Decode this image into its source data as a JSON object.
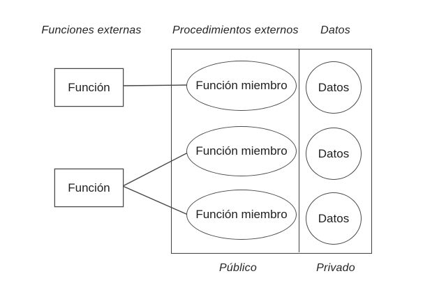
{
  "diagram": {
    "title_row": {
      "external_functions": "Funciones externas",
      "external_procedures": "Procedimientos externos",
      "data": "Datos"
    },
    "external_functions": [
      {
        "label": "Función"
      },
      {
        "label": "Función"
      }
    ],
    "member_functions": [
      {
        "label": "Función miembro"
      },
      {
        "label": "Función miembro"
      },
      {
        "label": "Función miembro"
      }
    ],
    "data_items": [
      {
        "label": "Datos"
      },
      {
        "label": "Datos"
      },
      {
        "label": "Datos"
      }
    ],
    "footer_row": {
      "public": "Público",
      "private": "Privado"
    },
    "colors": {
      "ink": "#2e2e2e",
      "background": "#ffffff",
      "line": "#454545"
    }
  }
}
